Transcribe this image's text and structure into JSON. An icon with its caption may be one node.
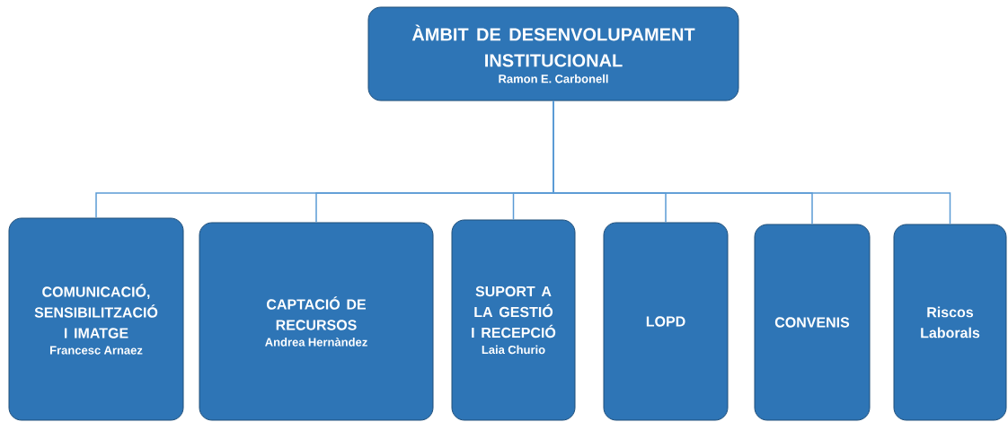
{
  "diagram": {
    "nodes": [
      {
        "text": [
          "ÀMBIT DE DESENVOLUPAMENT INSTITUCIONAL",
          "Ramon E. Carbonell"
        ]
      },
      {
        "text": [
          "COMUNICACIÓ, SENSIBILITZACIÓ I IMATGE",
          "Francesc Arnaez"
        ]
      },
      {
        "text": [
          "CAPTACIÓ DE RECURSOS",
          "Andrea Hernàndez"
        ]
      },
      {
        "text": [
          "SUPORT A LA GESTIÓ I RECEPCIÓ",
          "Laia Churio"
        ]
      },
      {
        "text": [
          "LOPD"
        ]
      },
      {
        "text": [
          "CONVENIS"
        ]
      },
      {
        "text": [
          "Riscos Laborals"
        ]
      }
    ],
    "edges": [
      {
        "from": 0,
        "to": 1,
        "arrow": "none"
      },
      {
        "from": 0,
        "to": 2,
        "arrow": "none"
      },
      {
        "from": 0,
        "to": 3,
        "arrow": "none"
      },
      {
        "from": 0,
        "to": 4,
        "arrow": "none"
      },
      {
        "from": 0,
        "to": 5,
        "arrow": "none"
      },
      {
        "from": 0,
        "to": 6,
        "arrow": "none"
      }
    ]
  }
}
